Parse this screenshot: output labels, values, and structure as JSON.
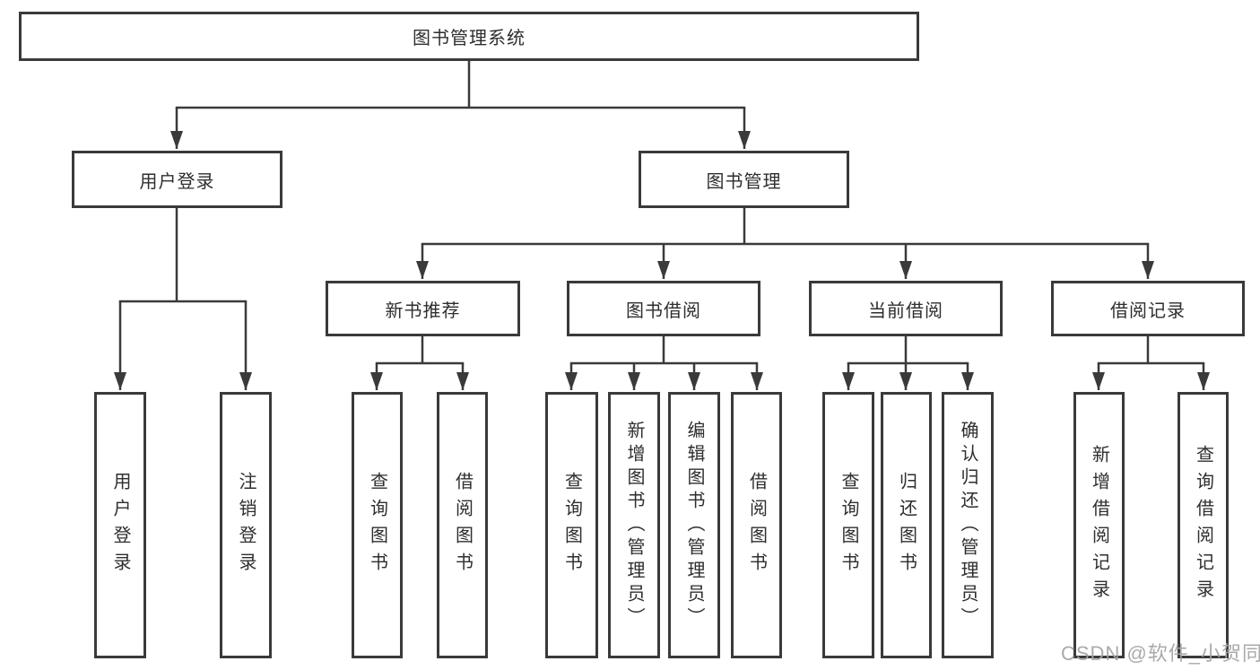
{
  "colors": {
    "line": "#3a3a3a",
    "box_border": "#3a3a3a",
    "box_background": "#ffffff",
    "text": "#2e2e2e",
    "watermark_text": "#a3a3a3"
  },
  "root": {
    "label": "图书管理系统"
  },
  "branches": [
    {
      "label": "用户登录",
      "children": [
        {
          "label": "用户登录"
        },
        {
          "label": "注销登录"
        }
      ]
    },
    {
      "label": "图书管理",
      "children": [
        {
          "label": "新书推荐",
          "children": [
            {
              "label": "查询图书"
            },
            {
              "label": "借阅图书"
            }
          ]
        },
        {
          "label": "图书借阅",
          "children": [
            {
              "label": "查询图书"
            },
            {
              "label": "新增图书（管理员）"
            },
            {
              "label": "编辑图书（管理员）"
            },
            {
              "label": "借阅图书"
            }
          ]
        },
        {
          "label": "当前借阅",
          "children": [
            {
              "label": "查询图书"
            },
            {
              "label": "归还图书"
            },
            {
              "label": "确认归还（管理员）"
            }
          ]
        },
        {
          "label": "借阅记录",
          "children": [
            {
              "label": "新增借阅记录"
            },
            {
              "label": "查询借阅记录"
            }
          ]
        }
      ]
    }
  ],
  "watermark": "CSDN @软件_小贺同学"
}
